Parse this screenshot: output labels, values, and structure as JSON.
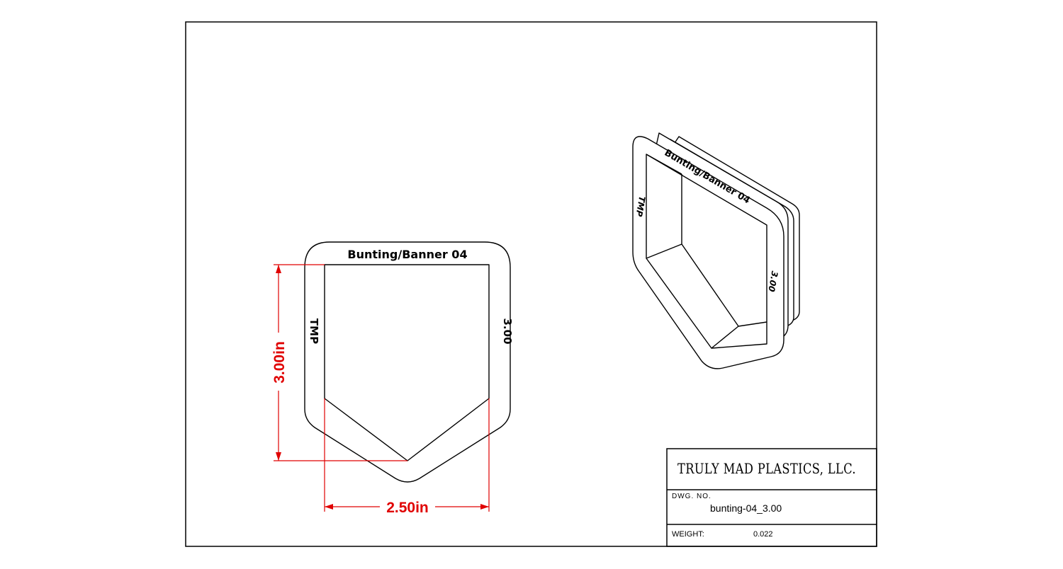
{
  "front_view": {
    "title_emboss": "Bunting/Banner 04",
    "left_emboss": "TMP",
    "right_emboss": "3.00"
  },
  "iso_view": {
    "title_emboss": "Bunting/Banner 04",
    "left_emboss": "TMP",
    "right_emboss": "3.00"
  },
  "dimensions": {
    "height": "3.00in",
    "width": "2.50in",
    "color": "#e00000"
  },
  "title_block": {
    "company": "TRULY MAD PLASTICS, LLC.",
    "dwg_no_label": "DWG. NO.",
    "dwg_no_value": "bunting-04_3.00",
    "weight_label": "WEIGHT:",
    "weight_value": "0.022"
  }
}
